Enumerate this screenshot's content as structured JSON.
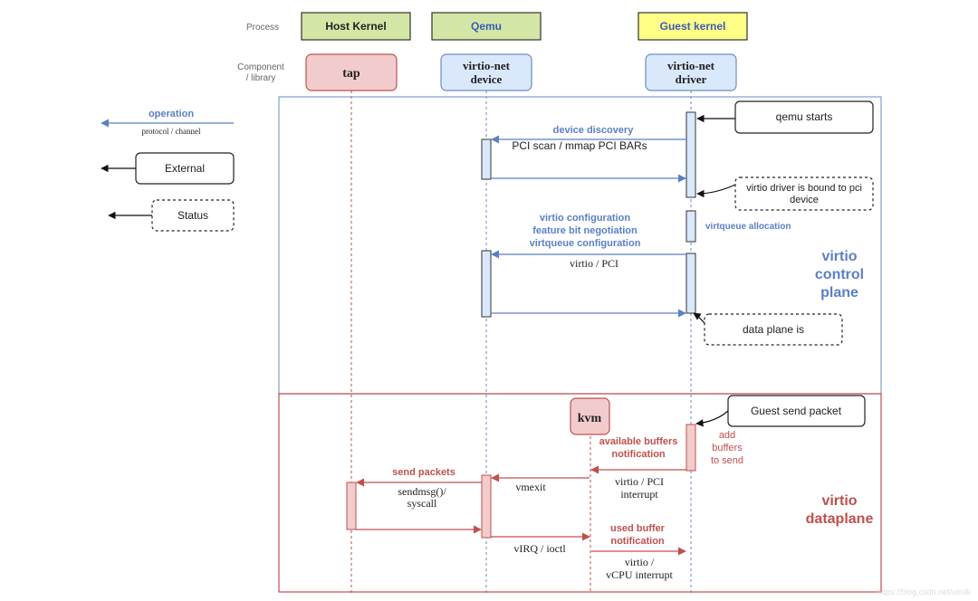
{
  "legend": {
    "process_label": "Process",
    "component_label_line1": "Component",
    "component_label_line2": "/ library",
    "operation_label": "operation",
    "protocol_label": "protocol / channel",
    "external_label": "External",
    "status_label": "Status"
  },
  "processes": {
    "host_kernel": "Host Kernel",
    "qemu": "Qemu",
    "guest_kernel": "Guest kernel"
  },
  "components": {
    "tap": "tap",
    "virtio_net_device_line1": "virtio-net",
    "virtio_net_device_line2": "device",
    "virtio_net_driver_line1": "virtio-net",
    "virtio_net_driver_line2": "driver",
    "kvm": "kvm"
  },
  "control_plane": {
    "title_line1": "virtio",
    "title_line2": "control",
    "title_line3": "plane",
    "qemu_starts": "qemu starts",
    "device_discovery": "device discovery",
    "pci_scan": "PCI scan / mmap PCI BARs",
    "driver_bound_line1": "virtio driver is bound to pci",
    "driver_bound_line2": "device",
    "virtqueue_allocation": "virtqueue allocation",
    "config_line1": "virtio configuration",
    "config_line2": "feature bit negotiation",
    "config_line3": "virtqueue configuration",
    "virtio_pci": "virtio / PCI",
    "data_plane_is": "data plane is"
  },
  "data_plane": {
    "title_line1": "virtio",
    "title_line2": "dataplane",
    "guest_send_packet": "Guest send packet",
    "add_buffers_line1": "add",
    "add_buffers_line2": "buffers",
    "add_buffers_line3": "to send",
    "available_buffers_line1": "available buffers",
    "available_buffers_line2": "notification",
    "virtio_pci_interrupt_line1": "virtio / PCI",
    "virtio_pci_interrupt_line2": "interrupt",
    "vmexit": "vmexit",
    "send_packets": "send packets",
    "sendmsg_line1": "sendmsg()/",
    "sendmsg_line2": "syscall",
    "used_buffer_line1": "used buffer",
    "used_buffer_line2": "notification",
    "virq_ioctl": "vIRQ / ioctl",
    "vcpu_interrupt_line1": "virtio /",
    "vcpu_interrupt_line2": "vCPU interrupt"
  },
  "watermark": "https://blog.csdn.net/ulmlk",
  "colors": {
    "host_kernel_fill": "#d4e6a6",
    "qemu_fill": "#d4e6a6",
    "guest_kernel_fill": "#ffff88",
    "tap_fill": "#f2cccc",
    "virtio_fill": "#dae8fc",
    "blue": "#5b7fc7",
    "red": "#c0504d"
  }
}
